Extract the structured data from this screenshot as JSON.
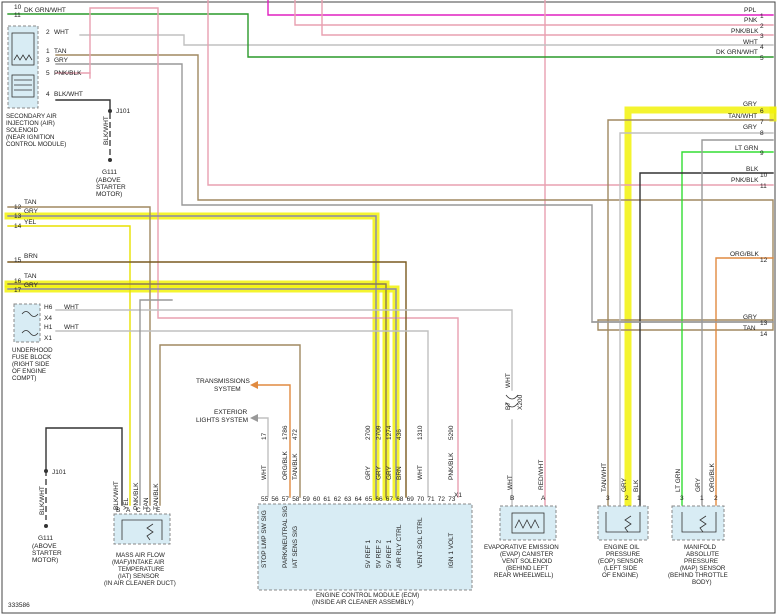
{
  "figure_id": "333586",
  "left_wires": [
    {
      "n": "10",
      "color": "DK GRN/WHT"
    },
    {
      "n": "11",
      "color": ""
    },
    {
      "n": "12",
      "color": "TAN"
    },
    {
      "n": "13",
      "color": "GRY"
    },
    {
      "n": "14",
      "color": "YEL"
    },
    {
      "n": "15",
      "color": "BRN"
    },
    {
      "n": "16",
      "color": "TAN"
    },
    {
      "n": "17",
      "color": "GRY"
    }
  ],
  "right_wires": [
    {
      "n": "1",
      "color": "PPL"
    },
    {
      "n": "2",
      "color": "PNK"
    },
    {
      "n": "3",
      "color": "PNK/BLK"
    },
    {
      "n": "4",
      "color": "WHT"
    },
    {
      "n": "5",
      "color": "DK GRN/WHT"
    },
    {
      "n": "6",
      "color": "GRY"
    },
    {
      "n": "7",
      "color": "TAN/WHT"
    },
    {
      "n": "8",
      "color": "GRY"
    },
    {
      "n": "9",
      "color": "LT GRN"
    },
    {
      "n": "10",
      "color": "BLK"
    },
    {
      "n": "11",
      "color": "PNK/BLK"
    },
    {
      "n": "12",
      "color": "ORG/BLK"
    },
    {
      "n": "13",
      "color": "GRY"
    },
    {
      "n": "14",
      "color": "TAN"
    }
  ],
  "air_solenoid": {
    "pins": [
      {
        "n": "2",
        "color": "WHT"
      },
      {
        "n": "1",
        "color": "TAN"
      },
      {
        "n": "3",
        "color": "GRY"
      },
      {
        "n": "5",
        "color": "PNK/BLK"
      },
      {
        "n": "4",
        "color": "BLK/WHT"
      }
    ],
    "label": [
      "SECONDARY AIR",
      "INJECTION (AIR)",
      "SOLENOID",
      "(NEAR IGNITION",
      "CONTROL MODULE)"
    ]
  },
  "ground_top": {
    "splice": "J101",
    "wire": "BLK/WHT",
    "ground": "G111",
    "label": [
      "(ABOVE",
      "STARTER",
      "MOTOR)"
    ]
  },
  "ground_bottom": {
    "splice": "J101",
    "wire": "BLK/WHT",
    "ground": "G111",
    "label": [
      "(ABOVE",
      "STARTER",
      "MOTOR)"
    ]
  },
  "fuse_block": {
    "pins": [
      {
        "n": "H6",
        "color": "WHT"
      },
      {
        "n": "X4",
        "color": ""
      },
      {
        "n": "H1",
        "color": "WHT"
      },
      {
        "n": "X1",
        "color": ""
      }
    ],
    "label": [
      "UNDERHOOD",
      "FUSE BLOCK",
      "(RIGHT SIDE",
      "OF ENGINE",
      "COMPT)"
    ]
  },
  "arrows": [
    {
      "label": [
        "TRANSMISSIONS",
        "SYSTEM"
      ]
    },
    {
      "label": [
        "EXTERIOR",
        "LIGHTS SYSTEM"
      ]
    }
  ],
  "ecm": {
    "title": [
      "ENGINE CONTROL MODULE (ECM)",
      "(INSIDE AIR CLEANER ASSEMBLY)"
    ],
    "pins": [
      {
        "pin": "55",
        "circuit": "17",
        "color": "WHT",
        "signal": "STOP LMP SW SIG"
      },
      {
        "pin": "56",
        "circuit": "",
        "color": "",
        "signal": ""
      },
      {
        "pin": "57",
        "circuit": "1786",
        "color": "ORG/BLK",
        "signal": "PARK/NEUTRAL SIG"
      },
      {
        "pin": "58",
        "circuit": "472",
        "color": "TAN/BLK",
        "signal": "IAT SENS SIG"
      },
      {
        "pin": "59",
        "circuit": "",
        "color": "",
        "signal": ""
      },
      {
        "pin": "60",
        "circuit": "",
        "color": "",
        "signal": ""
      },
      {
        "pin": "61",
        "circuit": "",
        "color": "",
        "signal": ""
      },
      {
        "pin": "62",
        "circuit": "",
        "color": "",
        "signal": ""
      },
      {
        "pin": "63",
        "circuit": "",
        "color": "",
        "signal": ""
      },
      {
        "pin": "64",
        "circuit": "",
        "color": "",
        "signal": ""
      },
      {
        "pin": "65",
        "circuit": "2700",
        "color": "GRY",
        "signal": "5V REF 1"
      },
      {
        "pin": "66",
        "circuit": "2709",
        "color": "GRY",
        "signal": "5V REF 2"
      },
      {
        "pin": "67",
        "circuit": "1274",
        "color": "GRY",
        "signal": "5V REF 1"
      },
      {
        "pin": "68",
        "circuit": "436",
        "color": "BRN",
        "signal": "AIR RLY CTRL"
      },
      {
        "pin": "69",
        "circuit": "",
        "color": "",
        "signal": ""
      },
      {
        "pin": "70",
        "circuit": "1310",
        "color": "WHT",
        "signal": "VENT SOL CTRL"
      },
      {
        "pin": "71",
        "circuit": "",
        "color": "",
        "signal": ""
      },
      {
        "pin": "72",
        "circuit": "",
        "color": "",
        "signal": ""
      },
      {
        "pin": "73",
        "circuit": "5290",
        "color": "PNK/BLK",
        "signal": "IGN 1 VOLT"
      }
    ],
    "connector": "X1"
  },
  "maf": {
    "pins": [
      {
        "pin": "B",
        "color": "BLK/WHT"
      },
      {
        "pin": "A",
        "color": "YEL"
      },
      {
        "pin": "C",
        "color": "PNK/BLK"
      },
      {
        "pin": "D",
        "color": "TAN"
      },
      {
        "pin": "E",
        "color": "TAN/BLK"
      }
    ],
    "label": [
      "MASS AIR FLOW",
      "(MAF)/INTAKE AIR",
      "TEMPERATURE",
      "(IAT) SENSOR",
      "(IN AIR CLEANER DUCT)"
    ]
  },
  "evap": {
    "pins": [
      {
        "pin": "B",
        "color": "WHT"
      },
      {
        "pin": "A",
        "color": "RED/WHT"
      }
    ],
    "splice": "X200",
    "splice_pin": "B7",
    "splice_color": "WHT",
    "label": [
      "EVAPORATIVE EMISSION",
      "(EVAP) CANISTER",
      "VENT SOLENOID",
      "(BEHIND LEFT",
      "REAR WHEELWELL)"
    ]
  },
  "eop": {
    "pins": [
      {
        "pin": "3",
        "color": "TAN/WHT"
      },
      {
        "pin": "2",
        "color": "GRY"
      },
      {
        "pin": "1",
        "color": "BLK"
      }
    ],
    "label": [
      "ENGINE OIL",
      "PRESSURE",
      "(EOP) SENSOR",
      "(LEFT SIDE",
      "OF ENGINE)"
    ]
  },
  "map": {
    "pins": [
      {
        "pin": "3",
        "color": "LT GRN"
      },
      {
        "pin": "1",
        "color": "GRY"
      },
      {
        "pin": "2",
        "color": "ORG/BLK"
      }
    ],
    "label": [
      "MANIFOLD",
      "ABSOLUTE",
      "PRESSURE",
      "(MAP) SENSOR",
      "(BEHIND THROTTLE",
      "BODY)"
    ]
  }
}
